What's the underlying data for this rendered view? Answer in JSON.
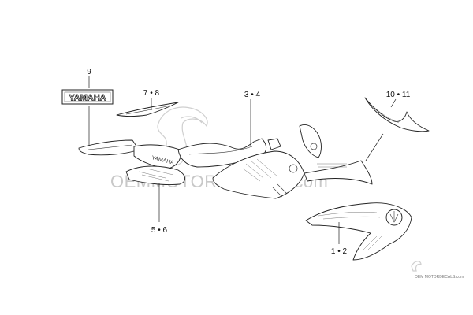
{
  "callouts": {
    "part_9": "9",
    "part_7_8": "7 • 8",
    "part_3_4": "3 • 4",
    "part_10_11": "10 • 11",
    "part_5_6": "5 • 6",
    "part_1_2": "1 • 2"
  },
  "emblem": {
    "text": "YAMAHA"
  },
  "watermark": {
    "text": "OEMMOTORDECALS.com",
    "corner_text": "OEM MOTORDECALS.com"
  },
  "colors": {
    "line": "#222222",
    "watermark": "#c8c8c8",
    "background": "#ffffff"
  }
}
